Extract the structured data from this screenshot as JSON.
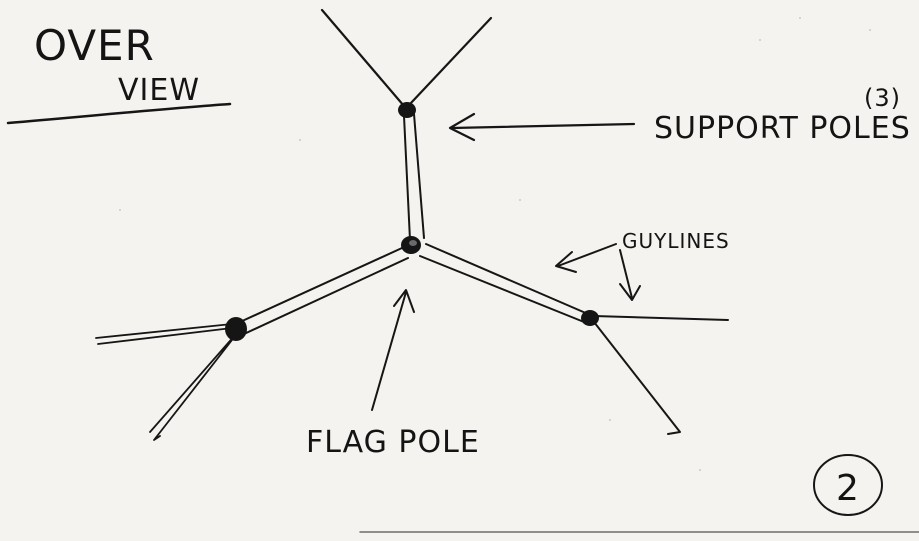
{
  "title": {
    "line1": "OVER",
    "line2": "VIEW"
  },
  "labels": {
    "support_poles": "SUPPORT POLES",
    "support_poles_count": "(3)",
    "guylines": "GUYLINES",
    "flag_pole": "FLAG POLE"
  },
  "page_number": "2",
  "colors": {
    "paper": "#f4f3ef",
    "ink": "#161616"
  }
}
